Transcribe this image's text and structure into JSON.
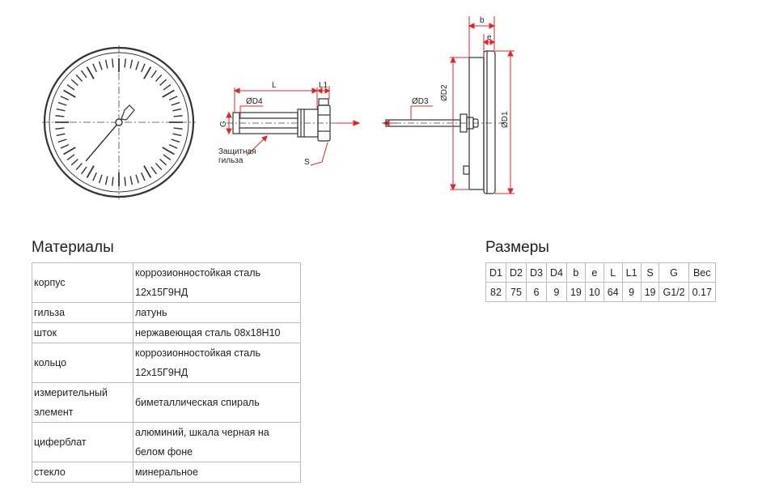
{
  "drawing": {
    "labels": {
      "L": "L",
      "L1": "L1",
      "D4": "ØD4",
      "G": "G",
      "protective_sleeve_line1": "Защитная",
      "protective_sleeve_line2": "гильза",
      "S": "S",
      "D3": "ØD3",
      "D2": "ØD2",
      "D1": "ØD1",
      "b": "b",
      "e": "e"
    },
    "colors": {
      "dimension": "#e0262b",
      "outline": "#333333"
    }
  },
  "materials": {
    "title": "Материалы",
    "rows": [
      {
        "key": "корпус",
        "value_lines": [
          "коррозионностойкая сталь",
          "12х15Г9НД"
        ]
      },
      {
        "key": "гильза",
        "value_lines": [
          "латунь"
        ]
      },
      {
        "key": "шток",
        "value_lines": [
          "нержавеющая сталь 08х18Н10"
        ]
      },
      {
        "key": "кольцо",
        "value_lines": [
          "коррозионностойкая сталь",
          "12х15Г9НД"
        ]
      },
      {
        "key_lines": [
          "измерительный",
          "элемент"
        ],
        "value_lines": [
          "биметаллическая спираль"
        ]
      },
      {
        "key": "циферблат",
        "value_lines": [
          "алюминий, шкала черная на",
          "белом фоне"
        ]
      },
      {
        "key": "стекло",
        "value_lines": [
          "минеральное"
        ]
      }
    ]
  },
  "sizes": {
    "title": "Размеры",
    "headers": [
      "D1",
      "D2",
      "D3",
      "D4",
      "b",
      "e",
      "L",
      "L1",
      "S",
      "G",
      "Вес"
    ],
    "values": [
      "82",
      "75",
      "6",
      "9",
      "19",
      "10",
      "64",
      "9",
      "19",
      "G1/2",
      "0.17"
    ]
  }
}
